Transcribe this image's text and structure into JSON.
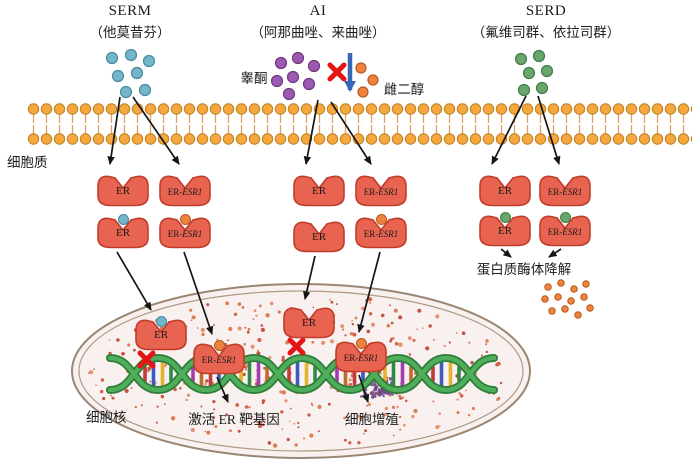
{
  "pathways": {
    "serm": {
      "title": "SERM",
      "drugs": "（他莫昔芬）"
    },
    "ai": {
      "title": "AI",
      "drugs": "（阿那曲唑、来曲唑）"
    },
    "serd": {
      "title": "SERD",
      "drugs": "（氟维司群、依拉司群）"
    }
  },
  "molecules": {
    "testosterone": "睾酮",
    "estradiol": "雌二醇"
  },
  "compartments": {
    "cytoplasm": "细胞质",
    "nucleus": "细胞核"
  },
  "receptors": {
    "er": "ER",
    "er_esr1_prefix": "ER-",
    "er_esr1_gene": "ESR1"
  },
  "outcomes": {
    "proteasome_degradation": "蛋白质酶体降解",
    "activate_er_target_genes": "激活 ER 靶基因",
    "cell_proliferation": "细胞增殖"
  },
  "colors": {
    "serm_ligand": "#74b6c9",
    "testosterone": "#9b59b0",
    "estradiol": "#ee8340",
    "serd_ligand": "#69a56c",
    "receptor": "#e86450",
    "membrane_head": "#f4a83e",
    "blocked_x": "#e31515",
    "conversion_arrow": "#3a66b8",
    "dna_strand": "#3f9c4b",
    "nucleus_fill": "#f9f1f0"
  }
}
